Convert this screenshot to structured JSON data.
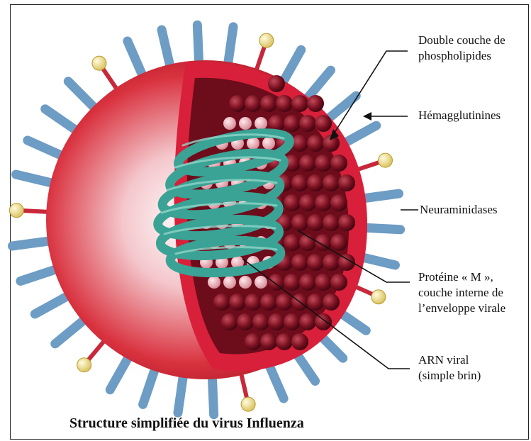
{
  "labels": {
    "bilayer": "Double couche de\nphospholipides",
    "hemagglutinin": "Hémagglutinines",
    "neuraminidase": "Neuraminidases",
    "m_protein": "Protéine « M »,\ncouche interne de\nl’enveloppe virale",
    "rna": "ARN viral\n(simple brin)"
  },
  "caption": "Structure simplifiée du virus Influenza",
  "colors": {
    "envelope": "#d9323f",
    "matrix_protein": "#7a1020",
    "hemagglutinin": "#6d9cc4",
    "neuraminidase_head": "#f3e39a",
    "rna": "#3aa395"
  }
}
